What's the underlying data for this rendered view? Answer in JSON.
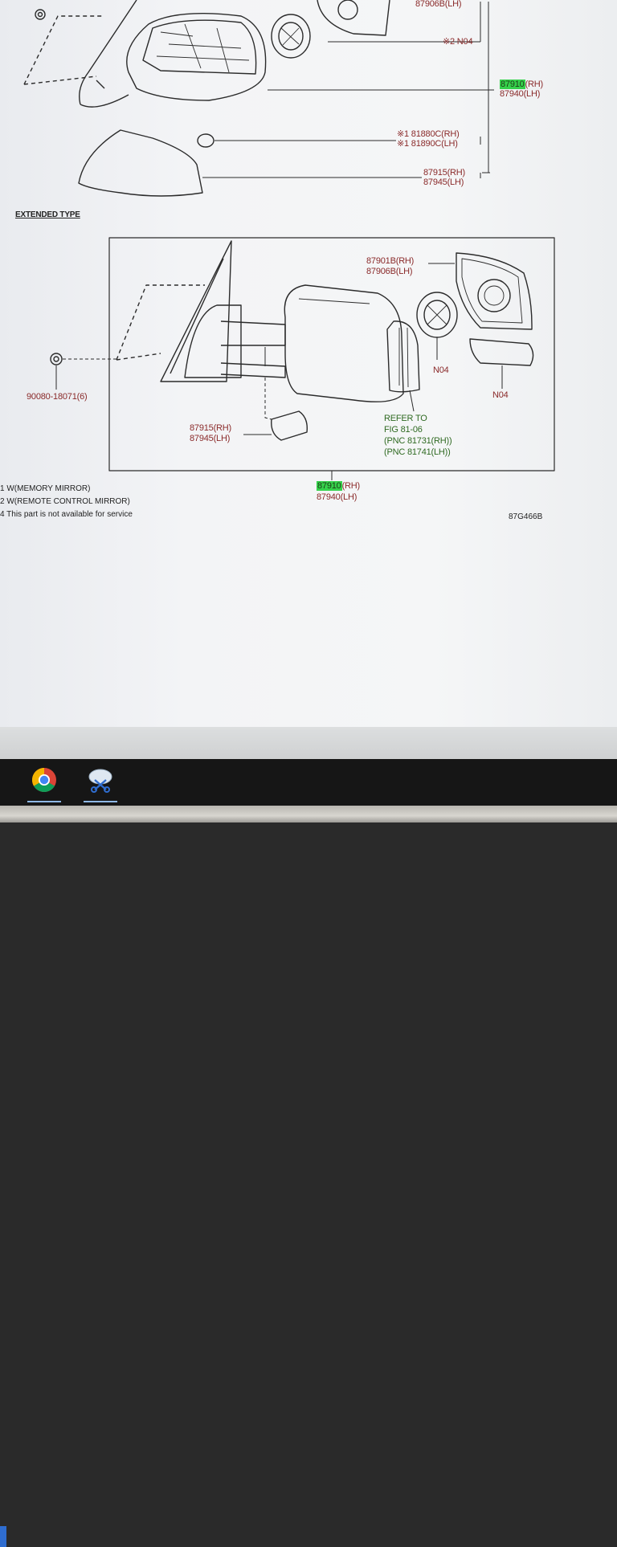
{
  "labels": {
    "top_87906b": "87906B(LH)",
    "top_x2_n04": "※2 N04",
    "top_87910": "87910",
    "top_87910_rh": "(RH)",
    "top_87940": "87940(LH)",
    "top_81880c": "※1 81880C(RH)",
    "top_81890c": "※1 81890C(LH)",
    "top_87915": "87915(RH)",
    "top_87945": "87945(LH)",
    "section_title": "EXTENDED TYPE",
    "ext_87901b": "87901B(RH)",
    "ext_87906b": "87906B(LH)",
    "ext_n04_a": "N04",
    "ext_n04_b": "N04",
    "ext_bolt": "90080-18071(6)",
    "ext_refer_1": "REFER TO",
    "ext_refer_2": "FIG 81-06",
    "ext_refer_3": "(PNC 81731(RH))",
    "ext_refer_4": "(PNC 81741(LH))",
    "ext_87915": "87915(RH)",
    "ext_87945": "87945(LH)",
    "ext_87910": "87910",
    "ext_87910_rh": "(RH)",
    "ext_87940": "87940(LH)",
    "footnote_1": "1 W(MEMORY MIRROR)",
    "footnote_2": "2 W(REMOTE CONTROL MIRROR)",
    "footnote_3": "4 This part is not available for service",
    "diagram_code": "87G466B"
  },
  "colors": {
    "part_number": "#8a2a2a",
    "reference": "#2f6a22",
    "highlight": "#35d24b",
    "taskbar": "#161616"
  },
  "taskbar": {
    "items": [
      {
        "name": "chrome-icon"
      },
      {
        "name": "snipping-tool-icon"
      }
    ]
  }
}
